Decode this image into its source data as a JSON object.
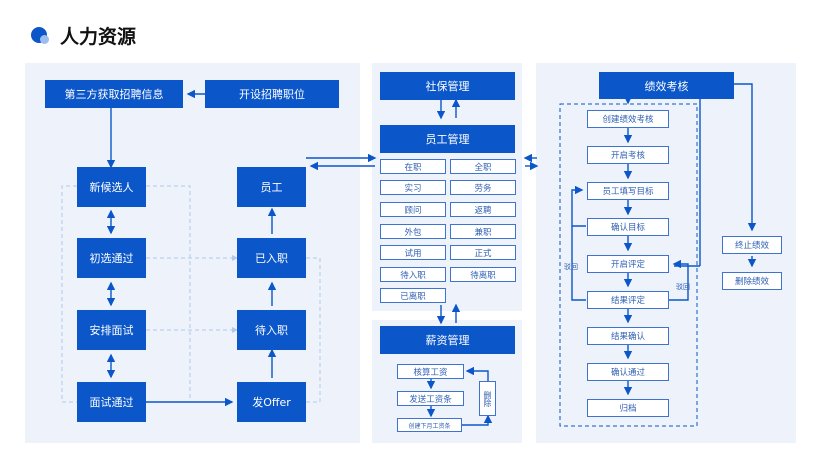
{
  "header": {
    "title": "人力资源"
  },
  "recruit": {
    "third_party": "第三方获取招聘信息",
    "open_position": "开设招聘职位",
    "new_candidate": "新候选人",
    "prelim_pass": "初选通过",
    "schedule_interview": "安排面试",
    "interview_pass": "面试通过",
    "employee": "员工",
    "onboarded": "已入职",
    "pending_onboard": "待入职",
    "send_offer": "发Offer"
  },
  "social": {
    "title": "社保管理"
  },
  "staff": {
    "title": "员工管理",
    "tags": [
      "在职",
      "全职",
      "实习",
      "劳务",
      "顾问",
      "返聘",
      "外包",
      "兼职",
      "试用",
      "正式",
      "待入职",
      "待离职",
      "已离职"
    ]
  },
  "salary": {
    "title": "薪资管理",
    "calc": "核算工资",
    "send": "发送工资条",
    "create_next": "创建下月工资条",
    "delete": "删除"
  },
  "perf": {
    "title": "绩效考核",
    "steps": [
      "创建绩效考核",
      "开启考核",
      "员工填写目标",
      "确认目标",
      "开启评定",
      "结果评定",
      "结果确认",
      "确认通过",
      "归档"
    ],
    "reject_left": "驳回",
    "reject_right": "驳回",
    "stop": "终止绩效",
    "delete": "删除绩效"
  }
}
